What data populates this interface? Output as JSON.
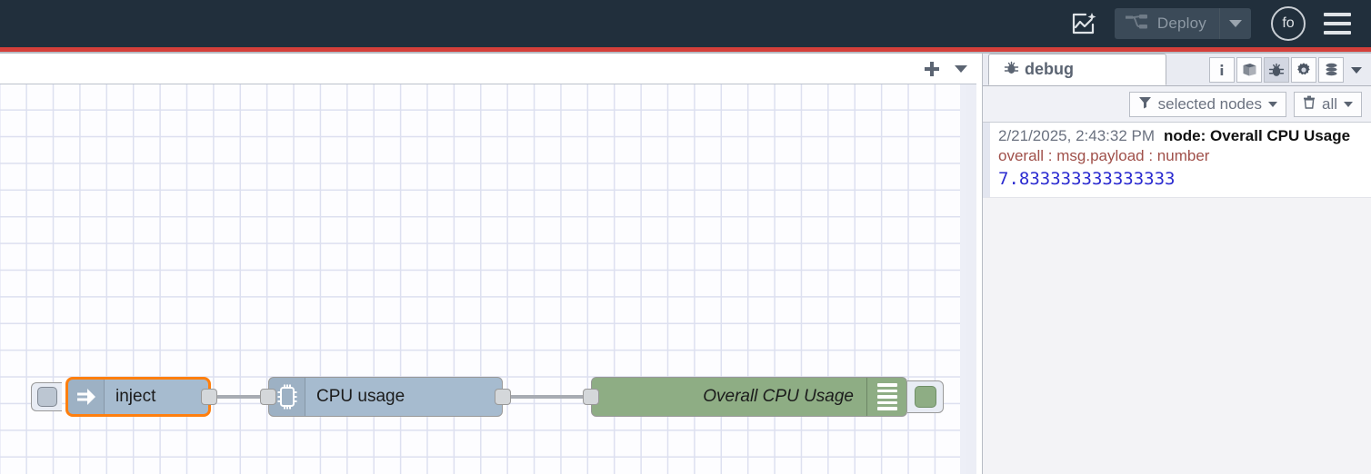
{
  "header": {
    "flow_ai_icon": "flow-sparkle-icon",
    "deploy_label": "Deploy",
    "deploy_icon": "deploy-nodes-icon",
    "deploy_caret_icon": "chevron-down-icon",
    "user_initials": "fo",
    "menu_icon": "hamburger-menu-icon",
    "accent_red": "#d43f3a",
    "background": "#212f3c"
  },
  "workspace": {
    "add_tab_icon": "plus-icon",
    "tab_menu_icon": "chevron-down-icon",
    "nodes": [
      {
        "id": "inject",
        "label": "inject",
        "icon": "inject-arrow-icon",
        "type": "inject",
        "color": "#a6bbcf",
        "selected": true,
        "selection_color": "#ff7f0e"
      },
      {
        "id": "cpu-usage",
        "label": "CPU usage",
        "icon": "cpu-chip-icon",
        "type": "cpu",
        "color": "#a6bbcf",
        "selected": false
      },
      {
        "id": "overall-cpu-usage",
        "label": "Overall CPU Usage",
        "icon": "debug-lines-icon",
        "type": "debug",
        "color": "#8ead84",
        "selected": false
      }
    ]
  },
  "sidebar": {
    "tab": {
      "label": "debug",
      "icon": "bug-icon"
    },
    "tools": [
      {
        "name": "info-icon",
        "glyph": "i",
        "active": false
      },
      {
        "name": "library-book-icon",
        "glyph": "book",
        "active": false
      },
      {
        "name": "debug-bug-icon",
        "glyph": "bug",
        "active": true
      },
      {
        "name": "config-gear-icon",
        "glyph": "gear",
        "active": false
      },
      {
        "name": "context-data-icon",
        "glyph": "stack",
        "active": false
      }
    ],
    "tools_caret_icon": "chevron-down-icon",
    "filters": {
      "scope_label": "selected nodes",
      "scope_icon": "funnel-icon",
      "scope_caret_icon": "chevron-down-icon",
      "clear_label": "all",
      "clear_icon": "trash-icon",
      "clear_caret_icon": "chevron-down-icon"
    },
    "messages": [
      {
        "timestamp": "2/21/2025, 2:43:32 PM",
        "source": "node: Overall CPU Usage",
        "property": "overall : msg.payload : number",
        "value": "7.833333333333333"
      }
    ]
  }
}
